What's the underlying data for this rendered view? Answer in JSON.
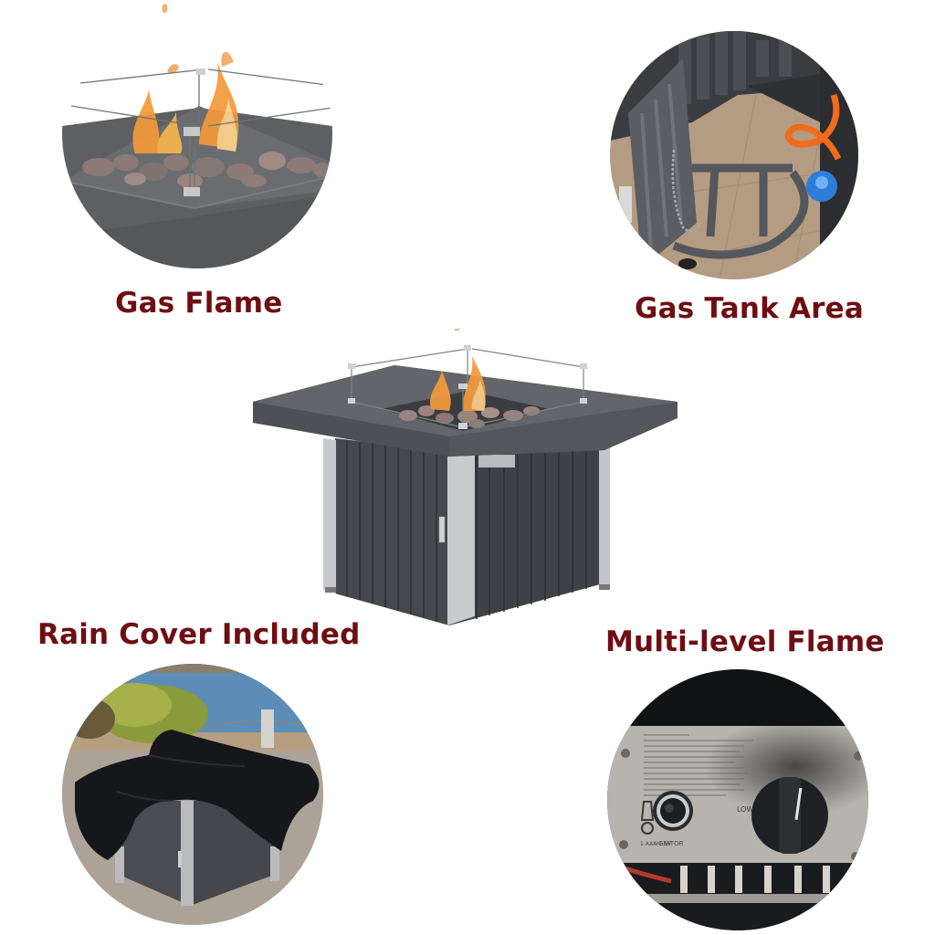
{
  "features": [
    {
      "id": "gas-flame",
      "label": "Gas Flame",
      "image": "flame-closeup-photo"
    },
    {
      "id": "gas-tank-area",
      "label": "Gas Tank Area",
      "image": "gas-tank-compartment-photo"
    },
    {
      "id": "rain-cover",
      "label": "Rain Cover Included",
      "image": "rain-cover-photo"
    },
    {
      "id": "multi-level-flame",
      "label": "Multi-level Flame",
      "image": "control-panel-photo"
    }
  ],
  "control_panel": {
    "knob_label": "LOW",
    "ignitor_label": "IGNITOR",
    "battery_label": "1 AAA 1.5V"
  },
  "product": {
    "name": "square-gas-fire-pit-table"
  },
  "colors": {
    "caption": "#6e0e12",
    "table_top": "#5a5c61",
    "legs": "#c5c7ca"
  }
}
